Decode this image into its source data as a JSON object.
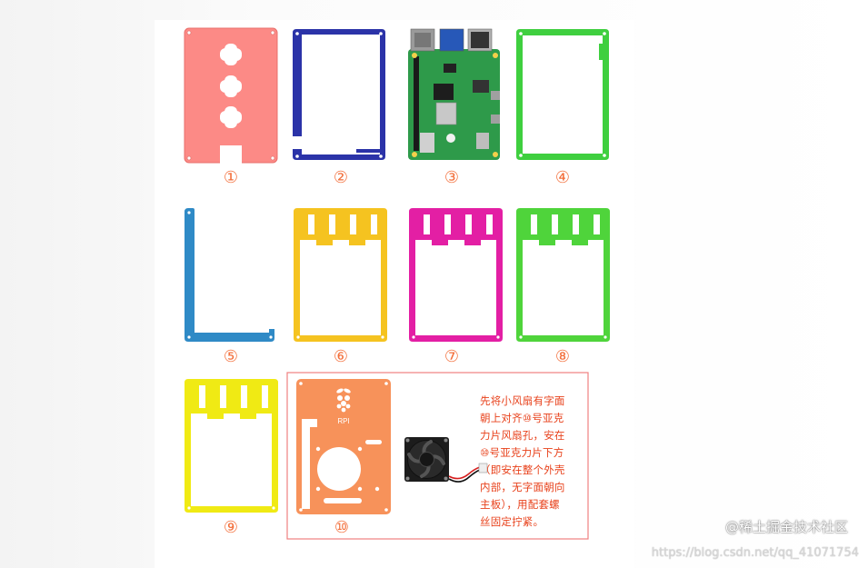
{
  "labels": [
    "①",
    "②",
    "③",
    "④",
    "⑤",
    "⑥",
    "⑦",
    "⑧",
    "⑨",
    "⑩"
  ],
  "rpi_text": "RPI",
  "note_lines": [
    "先将小风扇有字面",
    "朝上对齐⑩号亚克",
    "力片风扇孔，安在",
    "⑩号亚克力片下方",
    "（即安在整个外壳",
    "内部，无字面朝向",
    "主板），用配套螺",
    "丝固定拧紧。"
  ],
  "watermark": "@稀土掘金技术社区",
  "url_text": "https://blog.csdn.net/qq_41071754",
  "colors": {
    "p1": "#fc8a86",
    "p2": "#2b33a8",
    "p4": "#3fcf3f",
    "p5": "#2f8ac6",
    "p6": "#f5c320",
    "p7": "#e31fa4",
    "p8": "#4fd43b",
    "p9": "#f0ea14",
    "p10": "#f7925a",
    "label": "#f36f3b",
    "note": "#e8421c",
    "box": "#f08080"
  }
}
